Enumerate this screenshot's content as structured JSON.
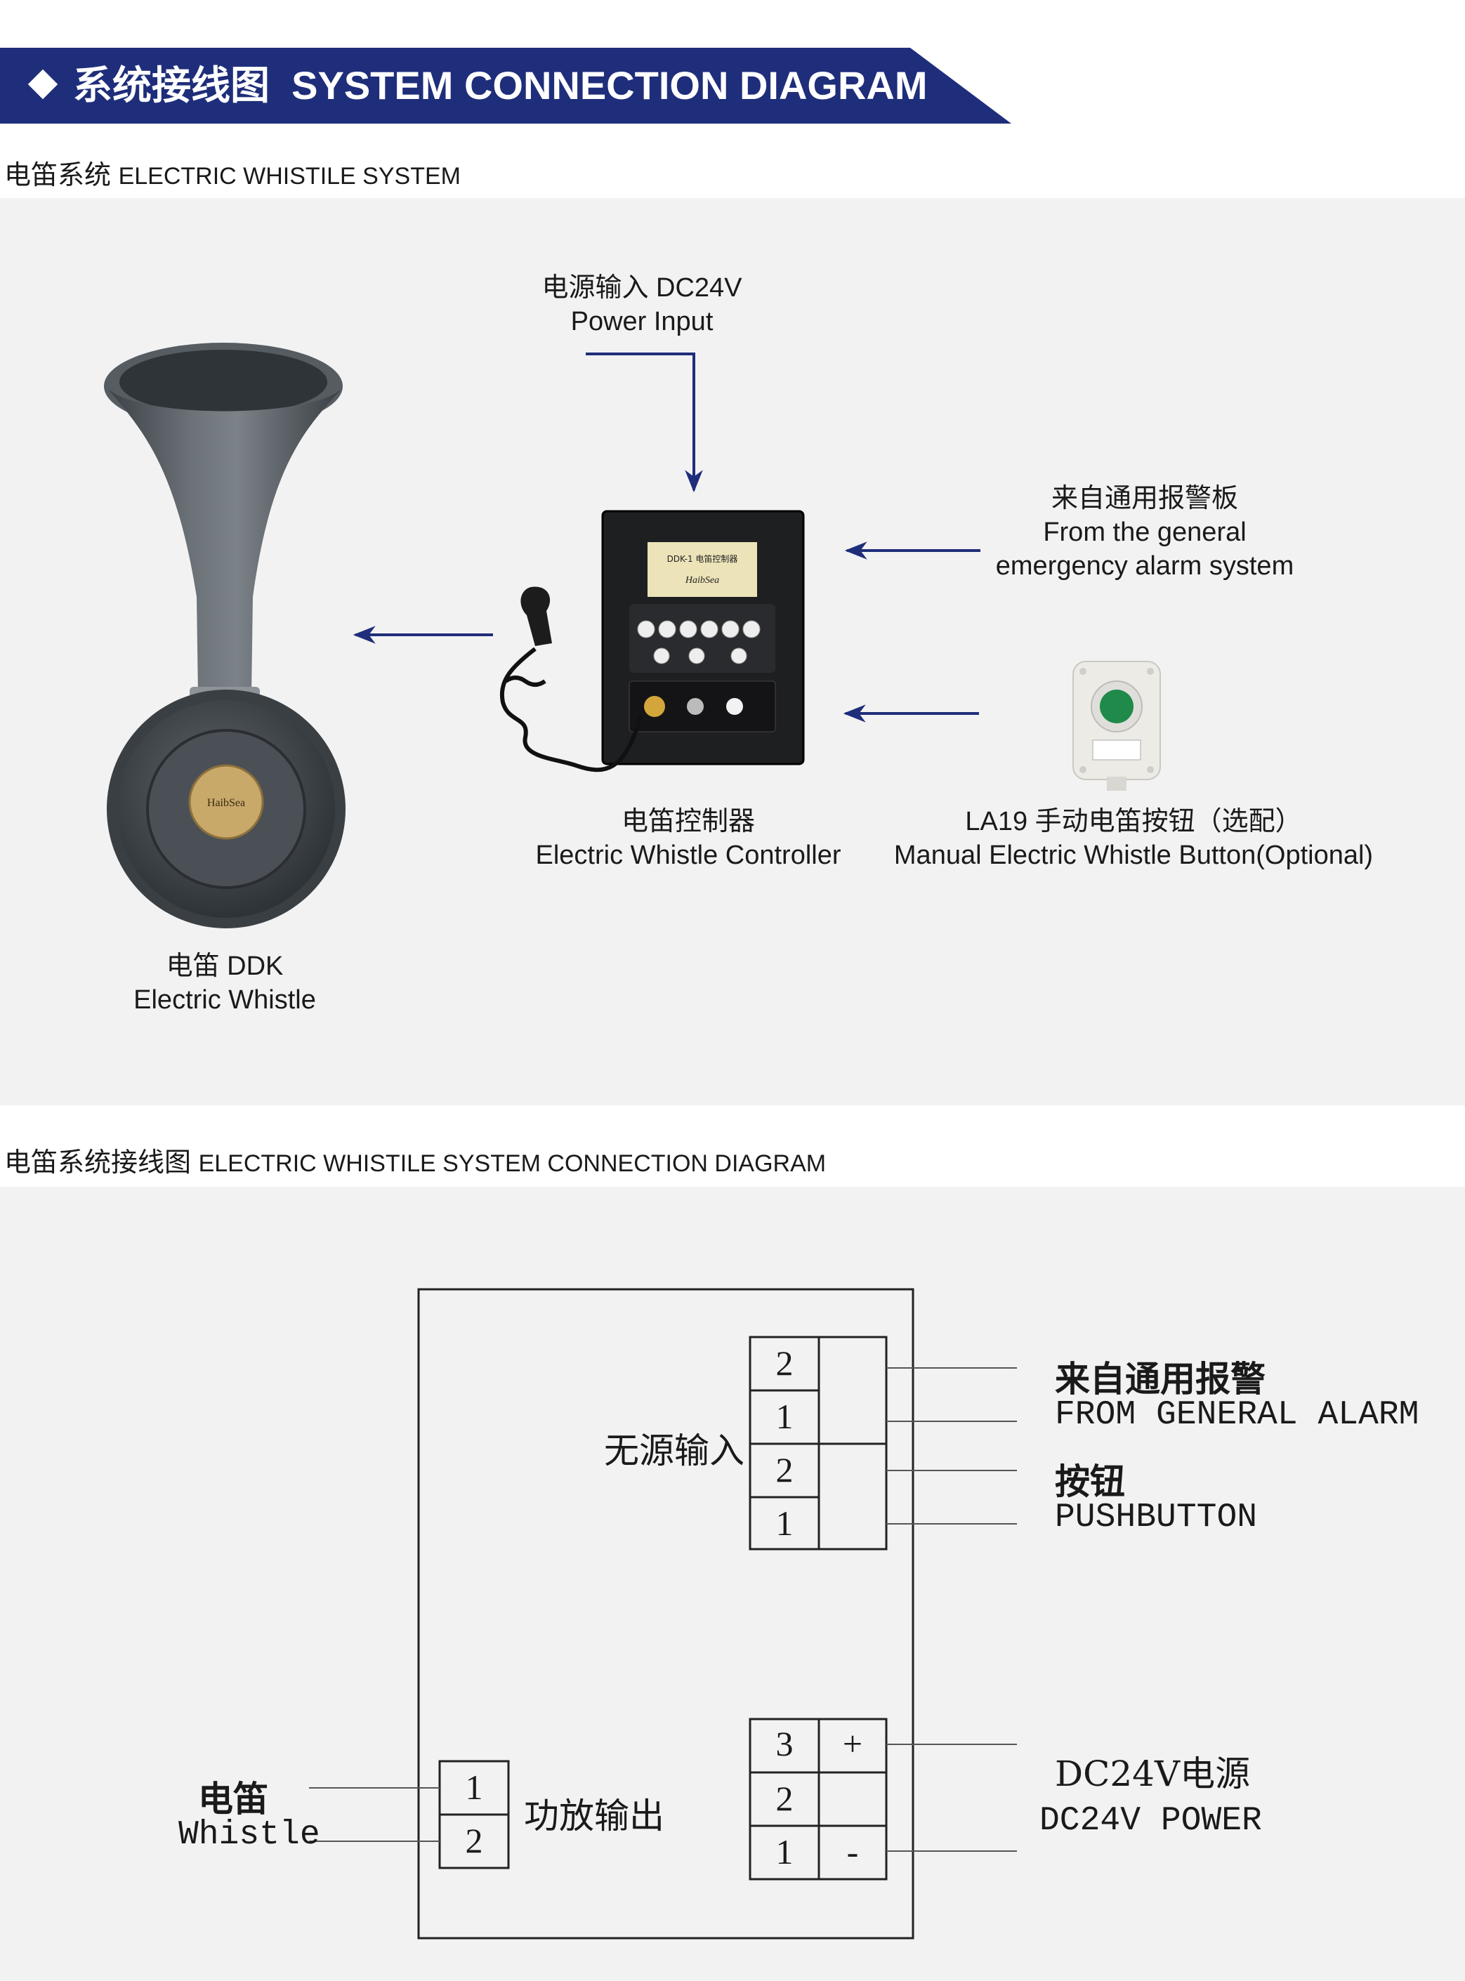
{
  "header": {
    "title_cn": "系统接线图",
    "title_en": "SYSTEM CONNECTION DIAGRAM",
    "color": "#1f2e7a"
  },
  "section1": {
    "title_cn": "电笛系统",
    "title_en": "ELECTRIC WHISTILE SYSTEM",
    "power_input": {
      "cn": "电源输入 DC24V",
      "en": "Power Input"
    },
    "alarm_source": {
      "cn": "来自通用报警板",
      "en_line1": "From the general",
      "en_line2": "emergency alarm system"
    },
    "controller": {
      "cn": "电笛控制器",
      "en": "Electric Whistle Controller",
      "panel_label": "DDK-1 电笛控制器",
      "brand": "HaibSea"
    },
    "button": {
      "cn": "LA19 手动电笛按钮（选配）",
      "en": "Manual Electric Whistle Button(Optional)"
    },
    "whistle": {
      "cn": "电笛 DDK",
      "en": "Electric Whistle",
      "brand": "HaibSea"
    }
  },
  "section2": {
    "title_cn": "电笛系统接线图",
    "title_en": "ELECTRIC WHISTILE SYSTEM CONNECTION DIAGRAM",
    "passive_input_label": "无源输入",
    "passive_pins": [
      "2",
      "1",
      "2",
      "1"
    ],
    "alarm_cn": "来自通用报警",
    "alarm_en": "FROM GENERAL ALARM",
    "button_cn": "按钮",
    "button_en": "PUSHBUTTON",
    "power_pins": [
      "3",
      "2",
      "1"
    ],
    "power_signs": [
      "+",
      "",
      "-"
    ],
    "power_cn": "DC24V电源",
    "power_en": "DC24V POWER",
    "amp_pins": [
      "1",
      "2"
    ],
    "amp_label": "功放输出",
    "whistle_cn": "电笛",
    "whistle_en": "Whistle"
  }
}
